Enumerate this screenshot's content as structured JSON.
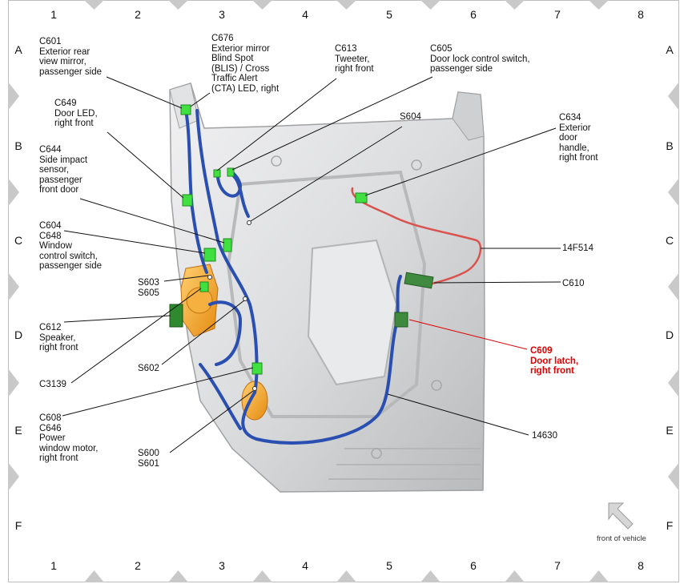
{
  "grid": {
    "columns": [
      "1",
      "2",
      "3",
      "4",
      "5",
      "6",
      "7",
      "8"
    ],
    "rows": [
      "A",
      "B",
      "C",
      "D",
      "E",
      "F"
    ]
  },
  "labels": {
    "c601": "C601\nExterior rear\nview mirror,\npassenger side",
    "c676": "C676\nExterior mirror\nBlind Spot\n(BLIS) / Cross\nTraffic Alert\n(CTA) LED, right",
    "c613": "C613\nTweeter,\nright front",
    "c605": "C605\nDoor lock control switch,\npassenger side",
    "c649": "C649\nDoor LED,\nright front",
    "s604": "S604",
    "c634": "C634\nExterior\ndoor\nhandle,\nright front",
    "c644": "C644\nSide impact\nsensor,\npassenger\nfront door",
    "c604_c648": "C604\nC648\nWindow\ncontrol switch,\npassenger side",
    "p14f514": "14F514",
    "s603_s605": "S603\nS605",
    "c610": "C610",
    "c612": "C612\nSpeaker,\nright front",
    "c609": "C609\nDoor latch,\nright front",
    "s602": "S602",
    "c3139": "C3139",
    "c608_c646": "C608\nC646\nPower\nwindow motor,\nright front",
    "s600_s601": "S600\nS601",
    "p14630": "14630"
  },
  "front_caption": "front of vehicle",
  "colors": {
    "harness_blue": "#2a4fb0",
    "harness_red": "#d9534f",
    "connector_green": "#3fe03f",
    "connector_dark_green": "#3f8a3f",
    "orange_part": "#f0a020",
    "highlight_red": "#e00000",
    "panel_gray": "#d9dadb"
  }
}
